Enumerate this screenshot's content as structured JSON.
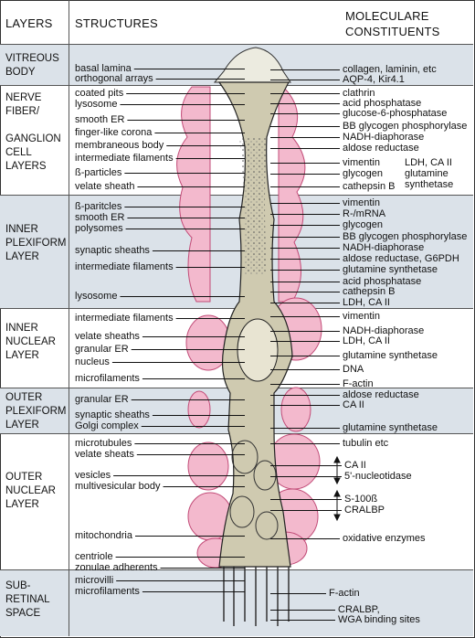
{
  "header": {
    "layers": "LAYERS",
    "structures": "STRUCTURES",
    "molecular_line1": "MOLECULARE",
    "molecular_line2": "CONSTITUENTS"
  },
  "layers": [
    "VITREOUS\nBODY",
    "NERVE\nFIBER/\n\nGANGLION\nCELL\nLAYERS",
    "INNER\nPLEXIFORM\nLAYER",
    "INNER\nNUCLEAR\nLAYER",
    "OUTER\nPLEXIFORM\nLAYER",
    "OUTER\nNUCLEAR\nLAYER",
    "SUB-\nRETINAL\nSPACE"
  ],
  "structures": [
    "basal lamina",
    "orthogonal arrays",
    "coated pits",
    "lysosome",
    "smooth ER",
    "finger-like corona",
    "membraneous body",
    "intermediate filaments",
    "ß-particles",
    "velate sheath",
    "ß-paritcles",
    "smooth ER",
    "polysomes",
    "synaptic sheaths",
    "intermediate filaments",
    "lysosome",
    "intermediate filaments",
    "velate sheaths",
    "granular ER",
    "nucleus",
    "microfilaments",
    "granular ER",
    "synaptic sheaths",
    "Golgi complex",
    "microtubules",
    "velate sheats",
    "vesicles",
    "multivesicular body",
    "mitochondria",
    "centriole",
    "zonulae adherents",
    "microvilli",
    "microfilaments"
  ],
  "molecules": [
    "collagen, laminin, etc",
    "AQP-4, Kir4.1",
    "clathrin",
    "acid phosphatase",
    "glucose-6-phosphatase",
    "BB glycogen phosphorylase",
    "NADH-diaphorase",
    "aldose reductase",
    "vimentin",
    "glycogen",
    "LDH, CA II",
    "glutamine",
    "synthetase",
    "cathepsin B",
    "vimentin",
    "R-/mRNA",
    "glycogen",
    "BB glycogen phosphorylase",
    "NADH-diaphorase",
    "aldose reductase, G6PDH",
    "glutamine synthetase",
    "acid phosphatase",
    "cathepsin B",
    "LDH, CA II",
    "vimentin",
    "NADH-diaphorase",
    "LDH, CA II",
    "glutamine synthetase",
    "DNA",
    "F-actin",
    "aldose reductase",
    "CA II",
    "glutamine synthetase",
    "tubulin etc",
    "CA II",
    "5'-nucleotidase",
    "S-100ß",
    "CRALBP",
    "oxidative enzymes",
    "F-actin",
    "CRALBP,",
    "WGA binding sites"
  ],
  "colors": {
    "band": "#dbe2e9",
    "cell": "#cfcab0",
    "pink": "#e57fa3",
    "line": "#222222"
  }
}
